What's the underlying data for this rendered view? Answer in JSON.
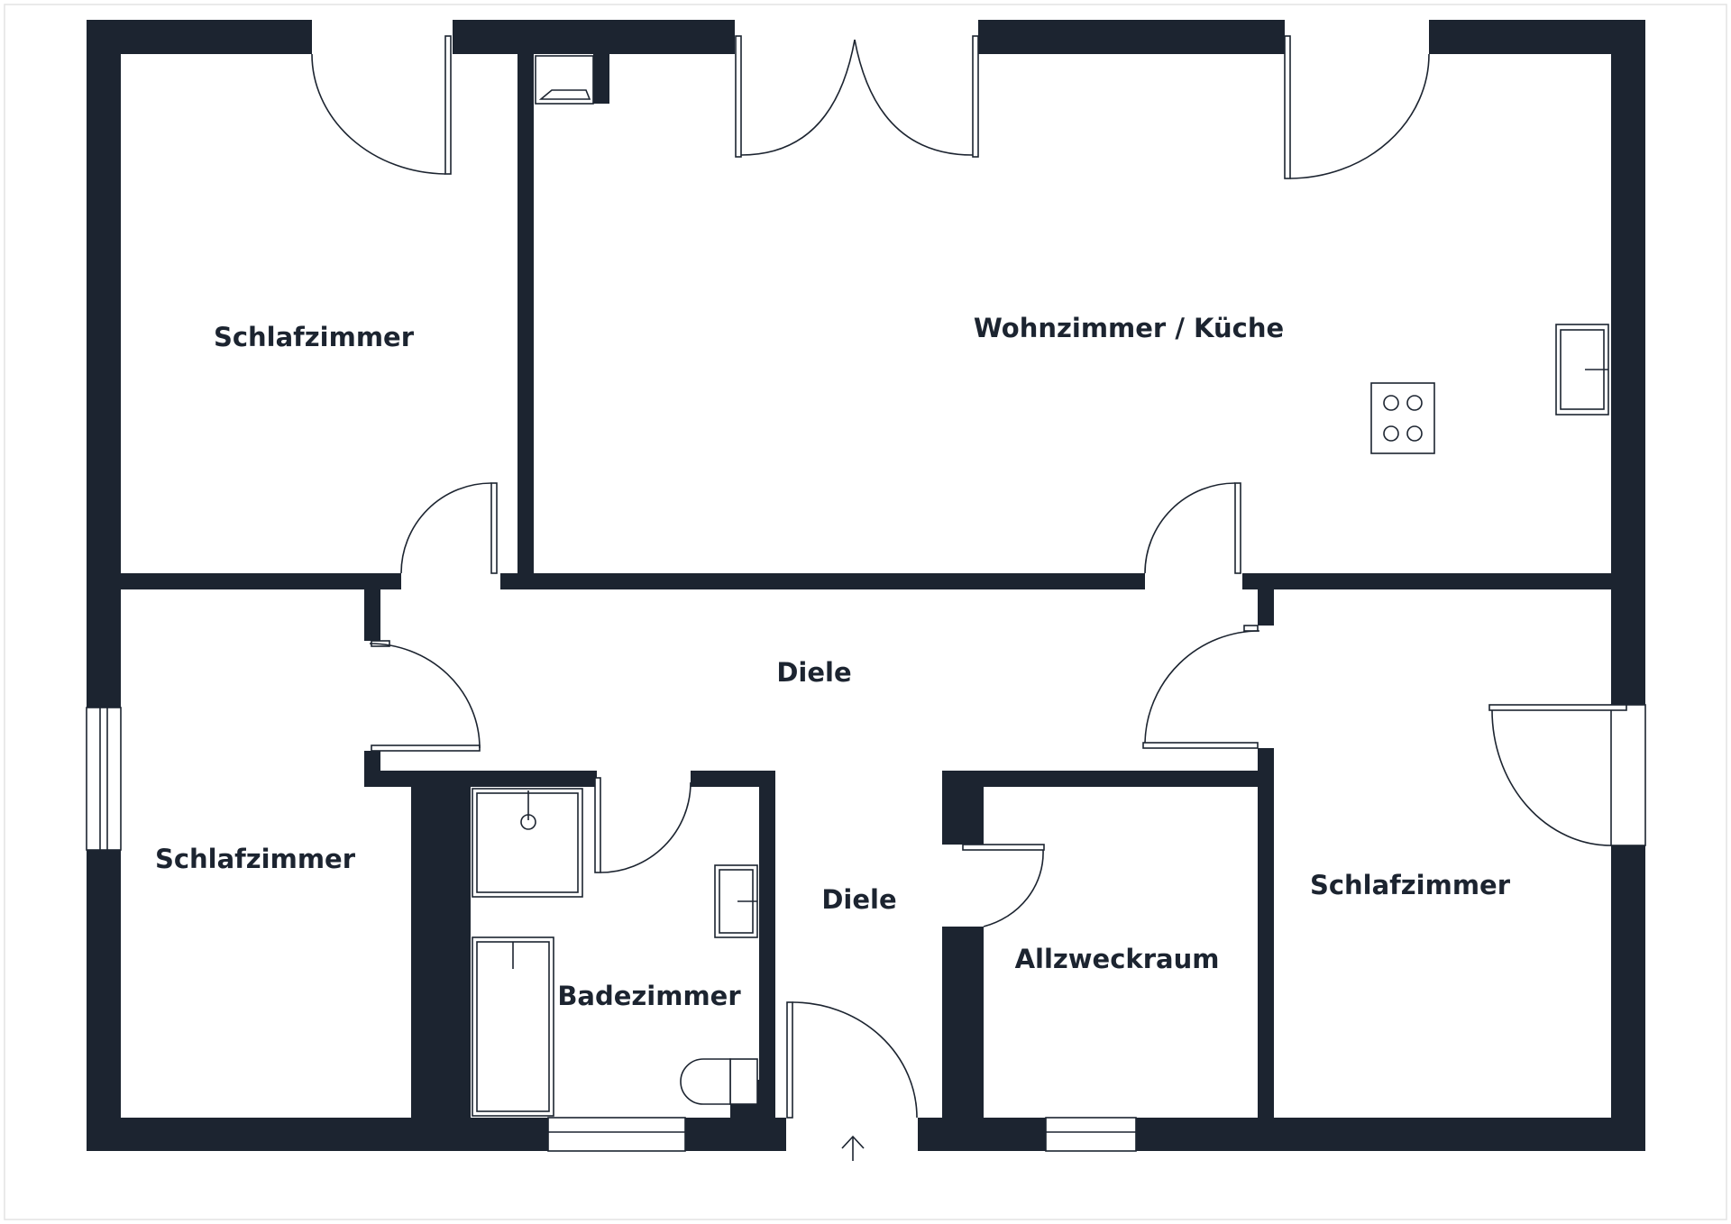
{
  "rooms": {
    "bedroom_top_left": "Schlafzimmer",
    "living_kitchen": "Wohnzimmer / Küche",
    "hall_upper": "Diele",
    "bedroom_left": "Schlafzimmer",
    "hall_lower": "Diele",
    "bathroom": "Badezimmer",
    "utility": "Allzweckraum",
    "bedroom_right": "Schlafzimmer"
  },
  "colors": {
    "wall": "#1c2430",
    "background": "#ffffff"
  },
  "icons": {
    "entrance": "arrow-up-icon",
    "stove": "cooktop-icon",
    "sink": "sink-icon",
    "shower": "shower-icon",
    "bathtub": "bathtub-icon",
    "toilet": "toilet-icon",
    "washbasin": "washbasin-icon"
  }
}
